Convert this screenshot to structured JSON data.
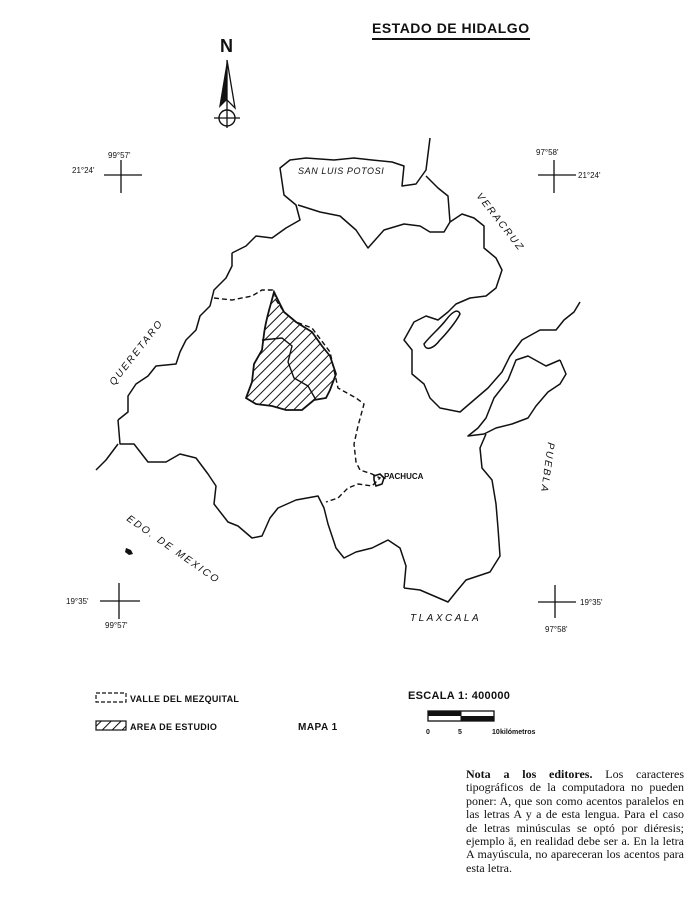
{
  "title": "ESTADO DE HIDALGO",
  "north_label": "N",
  "coordinates": {
    "nw_lon": "99°57'",
    "nw_lat": "21°24'",
    "ne_lon": "97°58'",
    "ne_lat": "21°24'",
    "sw_lat": "19°35'",
    "sw_lon": "99°57'",
    "se_lat": "19°35'",
    "se_lon": "97°58'"
  },
  "neighbors": {
    "north": "SAN LUIS POTOSI",
    "northeast": "VERACRUZ",
    "west": "QUERETARO",
    "southwest": "EDO. DE MEXICO",
    "south": "TLAXCALA",
    "east": "PUEBLA"
  },
  "city": "PACHUCA",
  "legend": {
    "valle": "VALLE DEL MEZQUITAL",
    "area": "AREA DE ESTUDIO"
  },
  "map_label": "MAPA 1",
  "scale": {
    "label": "ESCALA 1: 400000",
    "ticks": [
      "0",
      "5",
      "10"
    ],
    "unit": "kilómetros"
  },
  "note": {
    "heading": "Nota a los editores.",
    "body": "Los caracteres tipográficos de la computadora no pueden poner: A, que son como acentos paralelos en las letras A y a de esta lengua. Para el caso de letras minúsculas se optó por diéresis; ejemplo ä, en realidad debe ser a. En la letra A mayúscula, no apareceran los acentos para esta letra."
  }
}
